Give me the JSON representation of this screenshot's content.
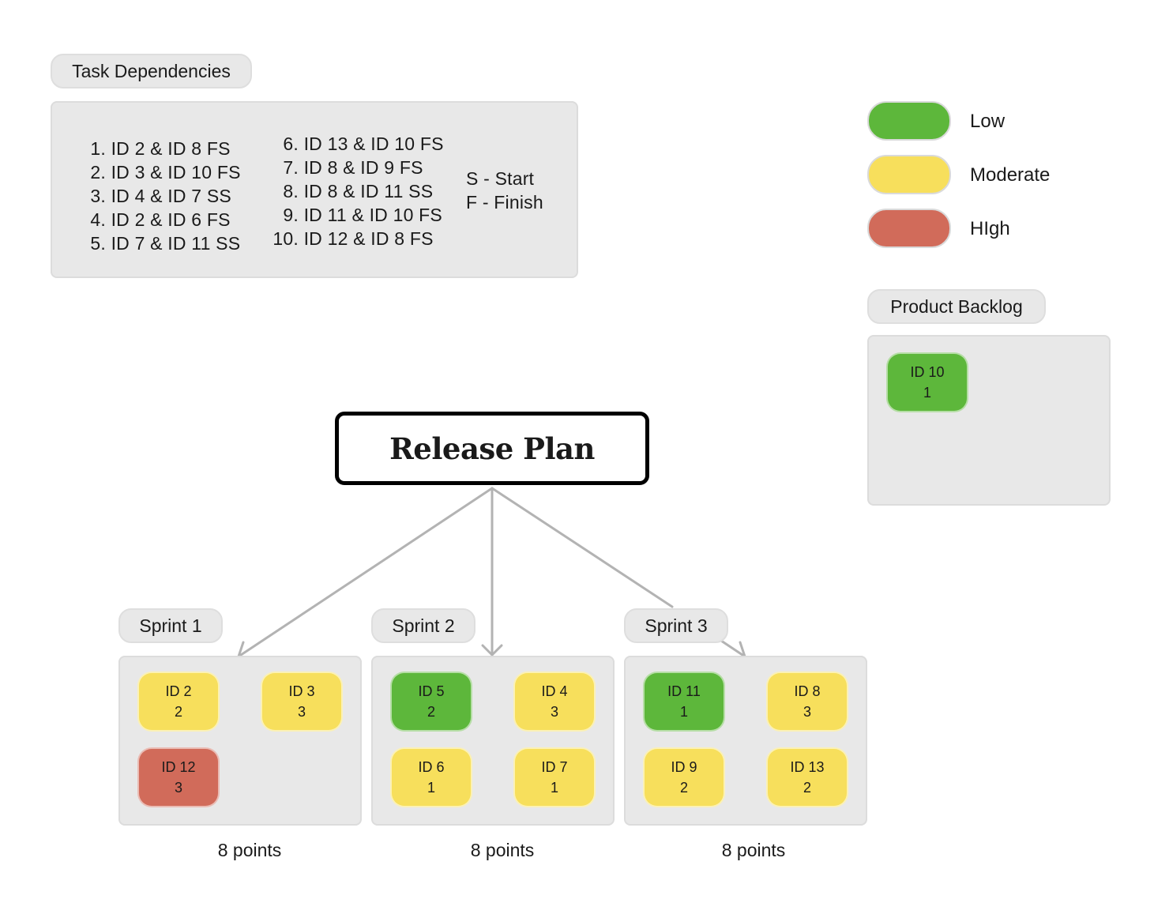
{
  "task_dependencies": {
    "title": "Task Dependencies",
    "column1": [
      {
        "num": "1.",
        "text": "ID 2 & ID 8 FS"
      },
      {
        "num": "2.",
        "text": "ID 3 & ID 10 FS"
      },
      {
        "num": "3.",
        "text": "ID 4 & ID 7 SS"
      },
      {
        "num": "4.",
        "text": "ID 2 & ID 6 FS"
      },
      {
        "num": "5.",
        "text": "ID 7 & ID 11 SS"
      }
    ],
    "column2": [
      {
        "num": "6.",
        "text": "ID 13 & ID 10 FS"
      },
      {
        "num": "7.",
        "text": "ID 8 & ID 9 FS"
      },
      {
        "num": "8.",
        "text": "ID 8 & ID 11 SS"
      },
      {
        "num": "9.",
        "text": "ID 11 & ID 10 FS"
      },
      {
        "num": "10.",
        "text": "ID 12 & ID 8 FS"
      }
    ],
    "key": [
      "S - Start",
      "F - Finish"
    ]
  },
  "legend": [
    {
      "label": "Low",
      "color": "#5db73b"
    },
    {
      "label": "Moderate",
      "color": "#f7df5c"
    },
    {
      "label": "HIgh",
      "color": "#d16b5a"
    }
  ],
  "product_backlog": {
    "title": "Product Backlog",
    "cards": [
      {
        "id": "ID 10",
        "points": "1",
        "priority": "low"
      }
    ]
  },
  "release_plan": {
    "title": "Release Plan"
  },
  "sprints": [
    {
      "title": "Sprint 1",
      "total": "8 points",
      "cards": [
        {
          "id": "ID 2",
          "points": "2",
          "priority": "moderate"
        },
        {
          "id": "ID 3",
          "points": "3",
          "priority": "moderate"
        },
        {
          "id": "ID 12",
          "points": "3",
          "priority": "high"
        }
      ]
    },
    {
      "title": "Sprint 2",
      "total": "8 points",
      "cards": [
        {
          "id": "ID 5",
          "points": "2",
          "priority": "low"
        },
        {
          "id": "ID 4",
          "points": "3",
          "priority": "moderate"
        },
        {
          "id": "ID 6",
          "points": "1",
          "priority": "moderate"
        },
        {
          "id": "ID 7",
          "points": "1",
          "priority": "moderate"
        }
      ]
    },
    {
      "title": "Sprint 3",
      "total": "8 points",
      "cards": [
        {
          "id": "ID 11",
          "points": "1",
          "priority": "low"
        },
        {
          "id": "ID 8",
          "points": "3",
          "priority": "moderate"
        },
        {
          "id": "ID 9",
          "points": "2",
          "priority": "moderate"
        },
        {
          "id": "ID 13",
          "points": "2",
          "priority": "moderate"
        }
      ]
    }
  ]
}
